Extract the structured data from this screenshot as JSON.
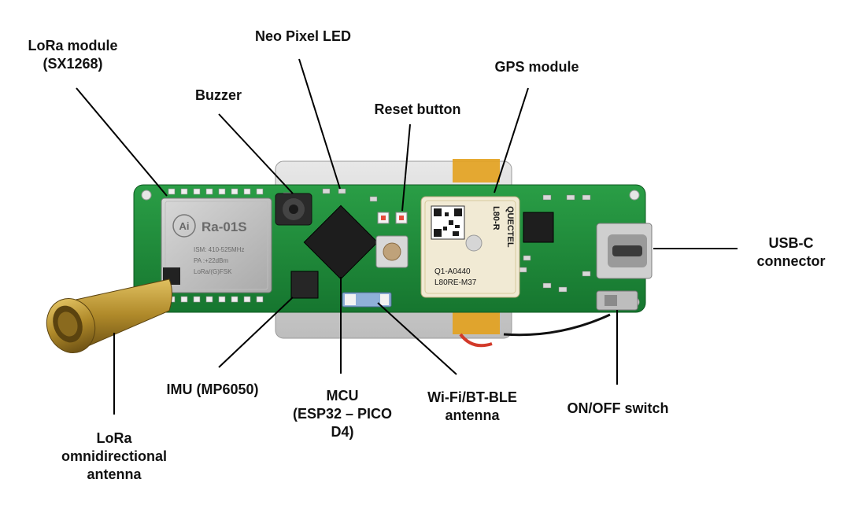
{
  "callouts": {
    "lora_module": {
      "line1": "LoRa module",
      "line2": "(SX1268)"
    },
    "neo_pixel": {
      "line1": "Neo Pixel LED"
    },
    "buzzer": {
      "line1": "Buzzer"
    },
    "gps_module": {
      "line1": "GPS module"
    },
    "reset_button": {
      "line1": "Reset button"
    },
    "usb_c": {
      "line1": "USB-C",
      "line2": "connector"
    },
    "imu": {
      "line1": "IMU (MP6050)"
    },
    "mcu": {
      "line1": "MCU",
      "line2": "(ESP32 – PICO",
      "line3": "D4)"
    },
    "wifi_antenna": {
      "line1": "Wi-Fi/BT-BLE",
      "line2": "antenna"
    },
    "on_off_switch": {
      "line1": "ON/OFF switch"
    },
    "lora_antenna": {
      "line1": "LoRa",
      "line2": "omnidirectional",
      "line3": "antenna"
    }
  },
  "board_markings": {
    "lora_logo": "Ai",
    "lora_part": "Ra-01S",
    "lora_ism": "ISM: 410-525MHz",
    "lora_pa": "PA  :+22dBm",
    "lora_mod": "LoRa/(G)FSK",
    "gps_brand": "QUECTEL",
    "gps_model": "L80-R",
    "gps_code1": "Q1-A0440",
    "gps_code2": "L80RE-M37"
  },
  "colors": {
    "pcb_green": "#1f8a3a",
    "shield_silver": "#c9c9c9",
    "brass": "#b08a2a",
    "battery_tape": "#e3a11d"
  }
}
